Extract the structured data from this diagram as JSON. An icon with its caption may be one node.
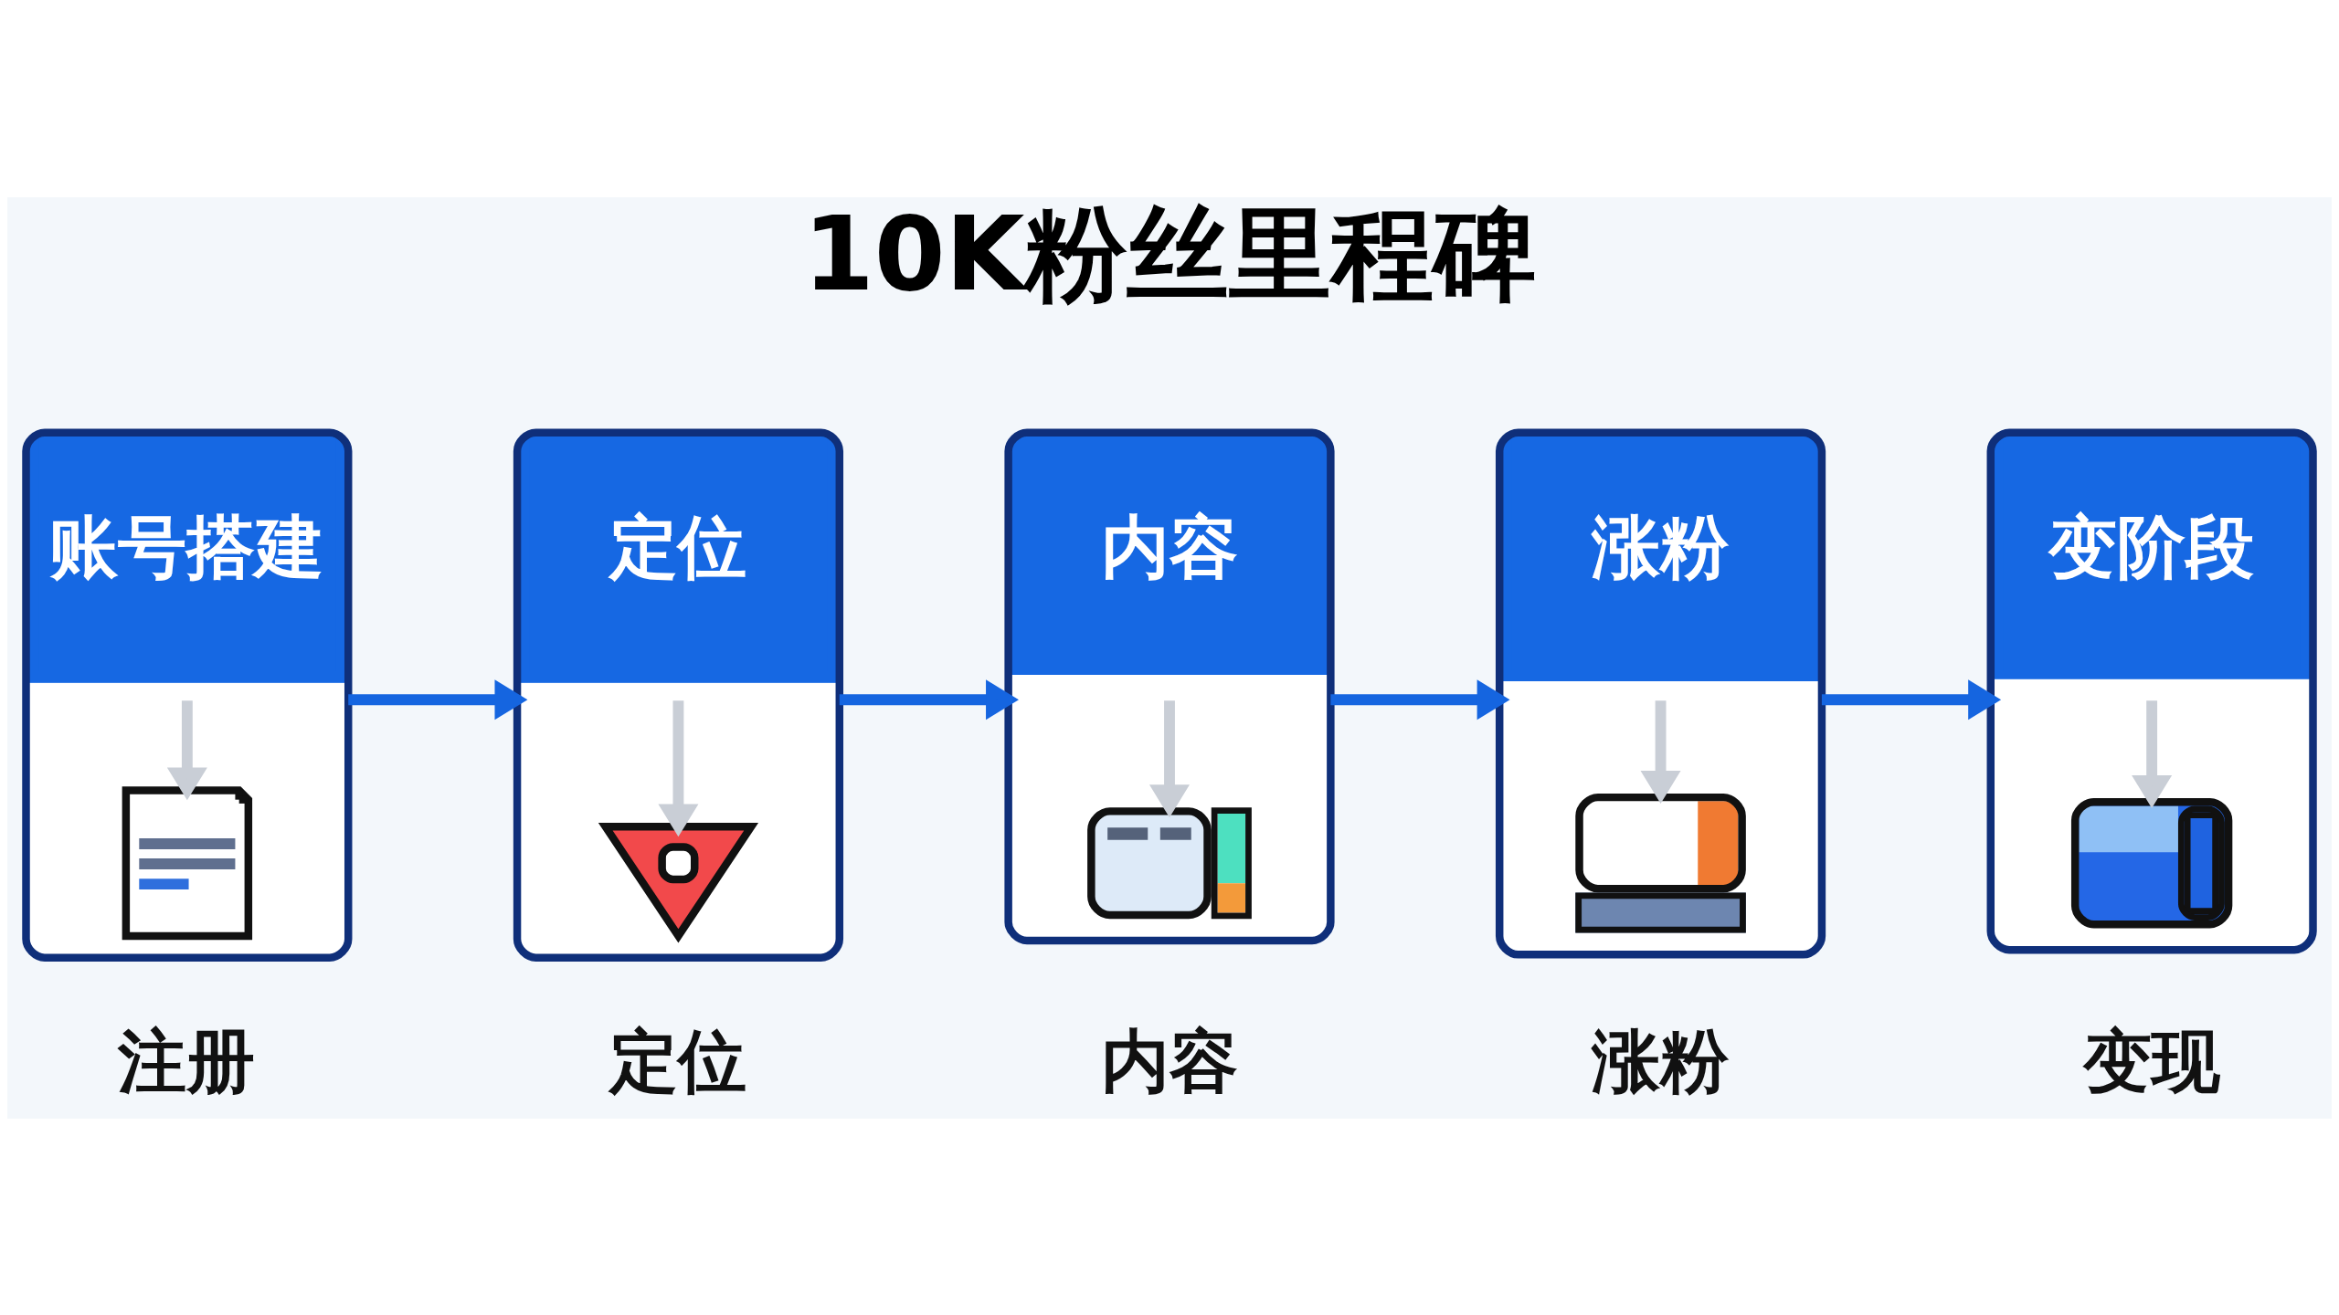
{
  "diagram": {
    "title": "10K粉丝里程碑",
    "nodes": [
      {
        "text": [
          "账号搭建"
        ],
        "beside": [
          "注册"
        ]
      },
      {
        "text": [],
        "shape": "picture",
        "in": 0
      },
      {
        "text": [
          "定位"
        ],
        "beside": [
          "定位"
        ]
      },
      {
        "text": [],
        "shape": "picture",
        "in": 2
      },
      {
        "text": [
          "内容"
        ],
        "beside": [
          "内容"
        ]
      },
      {
        "text": [],
        "shape": "picture",
        "in": 4
      },
      {
        "text": [
          "涨粉"
        ],
        "beside": [
          "涨粉"
        ]
      },
      {
        "text": [],
        "shape": "picture",
        "in": 6
      },
      {
        "text": [
          "变阶段"
        ],
        "beside": [
          "变现"
        ]
      },
      {
        "text": [],
        "shape": "picture",
        "in": 8
      }
    ],
    "edges": [
      {
        "from": 0,
        "to": 2,
        "arrow": "to",
        "color": "#1565e0"
      },
      {
        "from": 2,
        "to": 4,
        "arrow": "to",
        "color": "#1565e0"
      },
      {
        "from": 4,
        "to": 6,
        "arrow": "to",
        "color": "#1565e0"
      },
      {
        "from": 6,
        "to": 8,
        "arrow": "to",
        "color": "#1565e0"
      },
      {
        "from": null,
        "to": 1,
        "arrow": "to",
        "color": "#c9ced6"
      },
      {
        "from": null,
        "to": 3,
        "arrow": "to",
        "color": "#c9ced6"
      },
      {
        "from": null,
        "to": 5,
        "arrow": "to",
        "color": "#c9ced6"
      },
      {
        "from": null,
        "to": 7,
        "arrow": "to",
        "color": "#c9ced6"
      },
      {
        "from": null,
        "to": 9,
        "arrow": "to",
        "color": "#c9ced6"
      }
    ]
  }
}
